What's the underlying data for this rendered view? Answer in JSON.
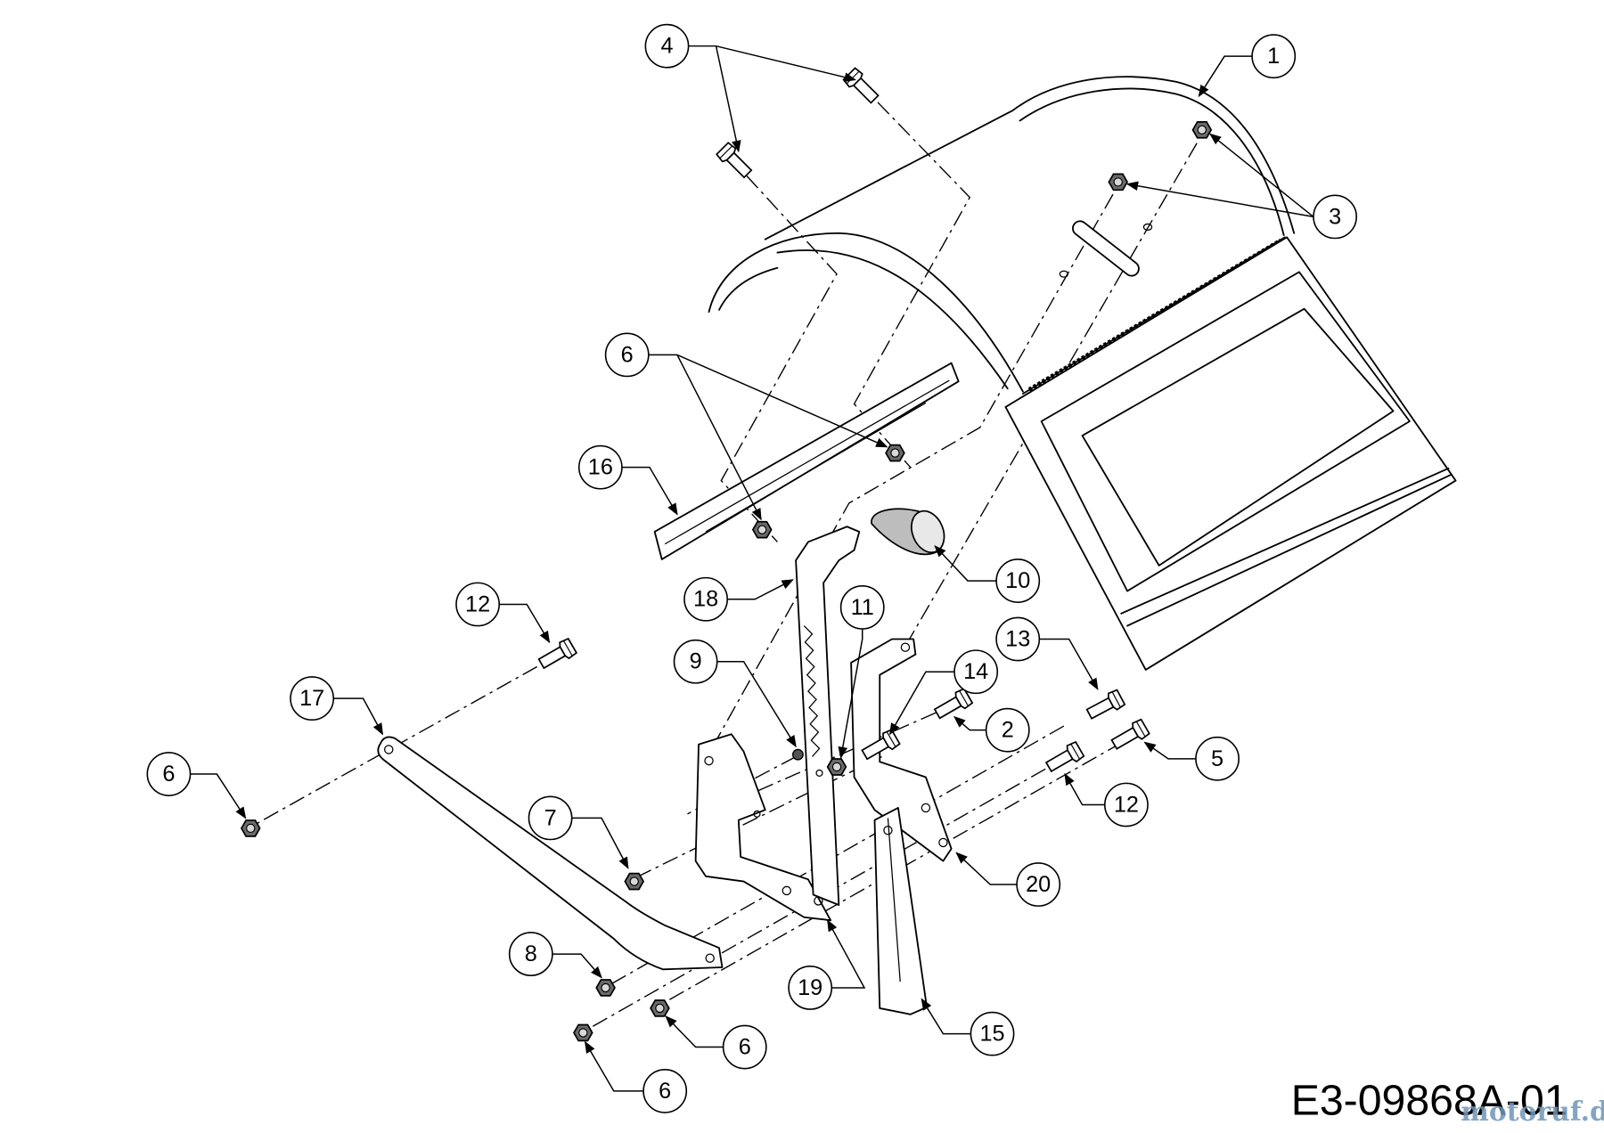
{
  "diagram": {
    "code": "E3-09868A-01",
    "watermark": "motoruf.de"
  },
  "callouts": [
    "4",
    "1",
    "3",
    "6",
    "16",
    "10",
    "18",
    "11",
    "12",
    "13",
    "9",
    "14",
    "17",
    "2",
    "5",
    "6",
    "12",
    "7",
    "20",
    "8",
    "19",
    "15",
    "6",
    "6"
  ]
}
